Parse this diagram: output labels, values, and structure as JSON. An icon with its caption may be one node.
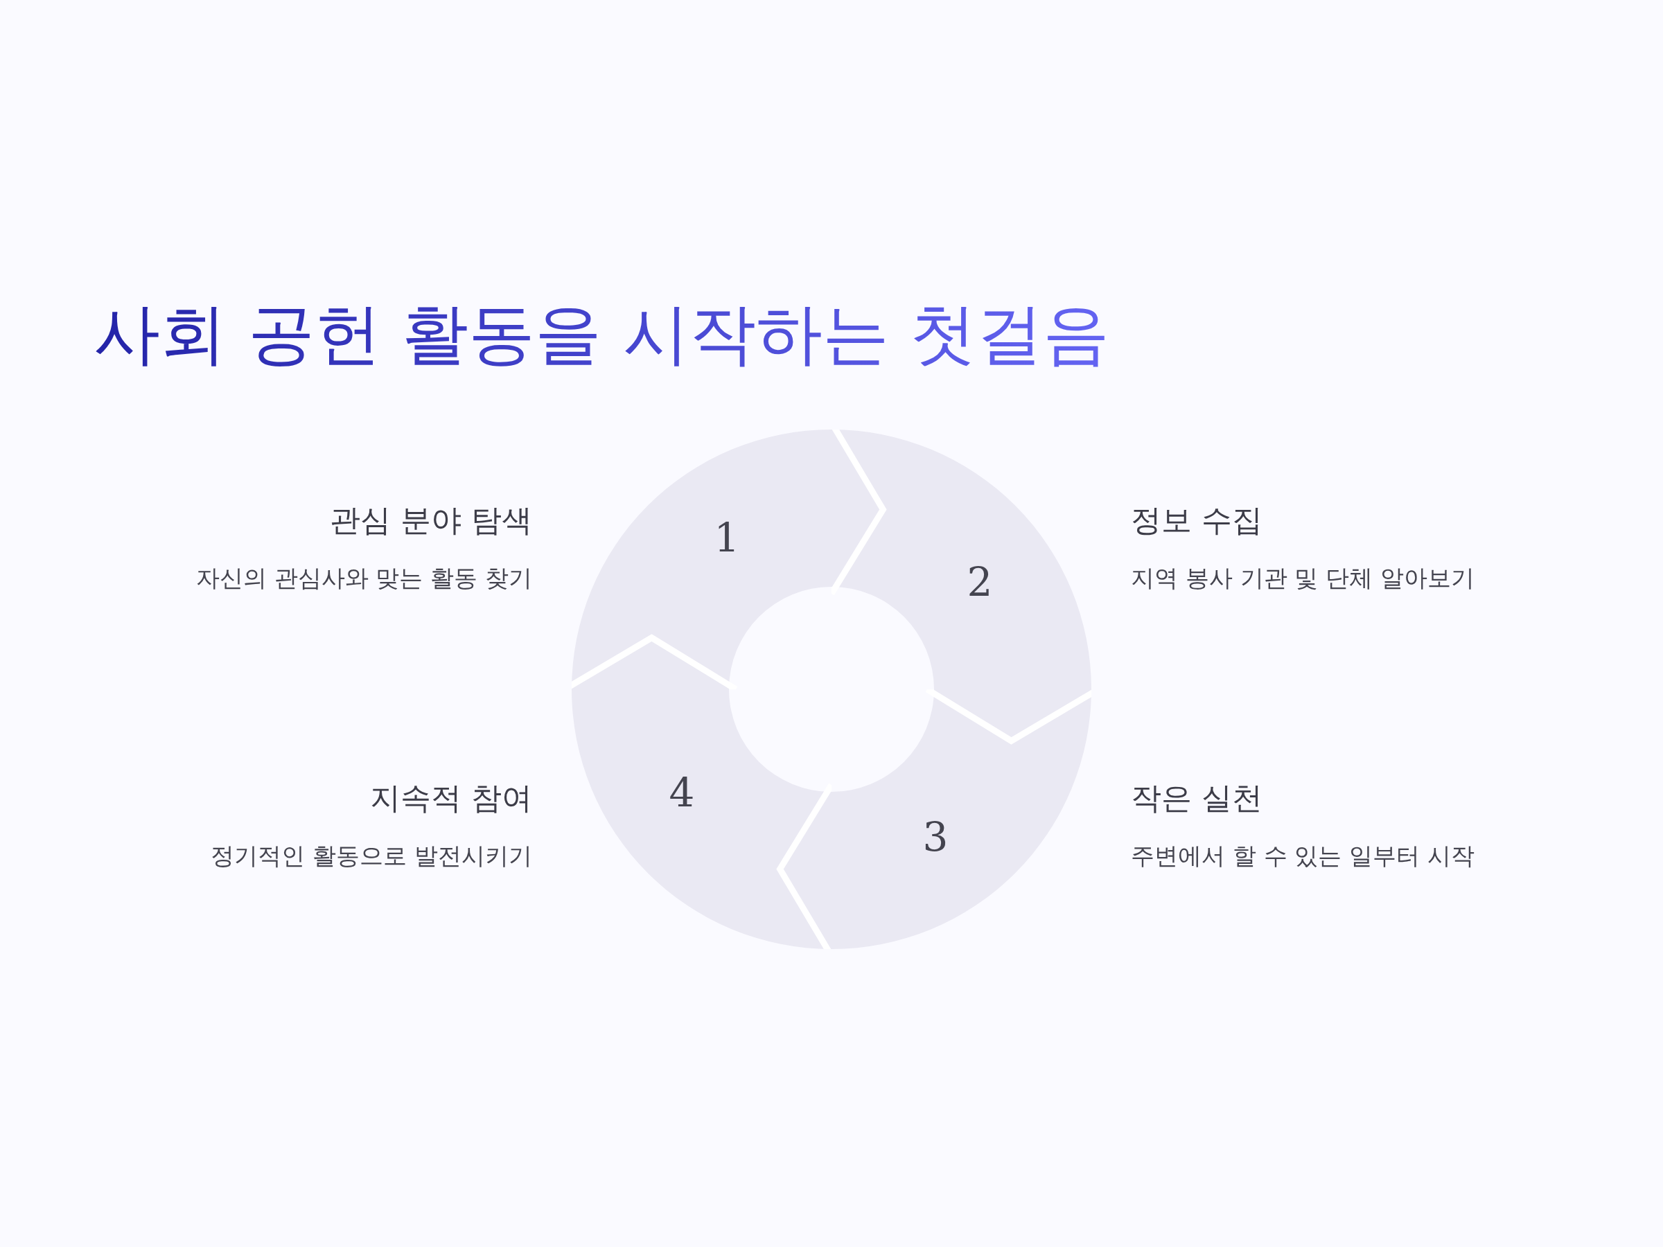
{
  "diagram": {
    "title": "사회 공헌 활동을 시작하는 첫걸음",
    "nodes": [
      {
        "text": [
          "1"
        ],
        "beside": [
          "관심 분야 탐색",
          "자신의 관심사와 맞는 활동 찾기"
        ]
      },
      {
        "text": [
          "2"
        ],
        "beside": [
          "정보 수집",
          "지역 봉사 기관 및 단체 알아보기"
        ]
      },
      {
        "text": [
          "3"
        ],
        "beside": [
          "작은 실천",
          "주변에서 할 수 있는 일부터 시작"
        ]
      },
      {
        "text": [
          "4"
        ],
        "beside": [
          "지속적 참여",
          "정기적인 활동으로 발전시키기"
        ]
      }
    ]
  }
}
